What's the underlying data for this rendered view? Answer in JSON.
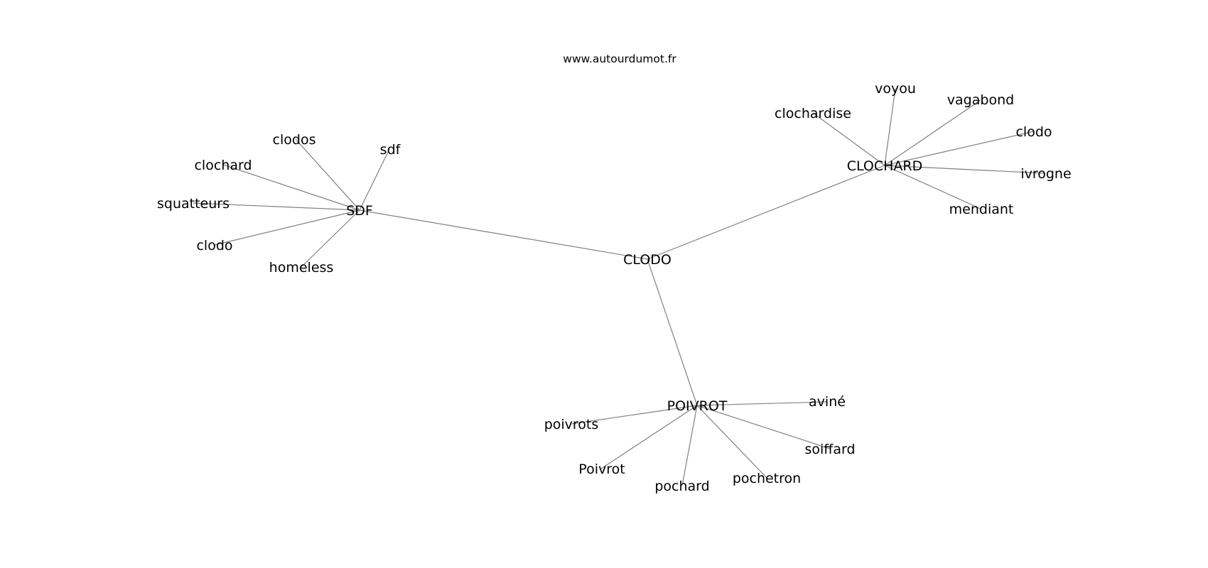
{
  "site": "www.autourdumot.fr",
  "center": "CLODO",
  "groups": [
    {
      "hub": "SDF",
      "leaves": [
        "clodos",
        "sdf",
        "clochard",
        "squatteurs",
        "clodo",
        "homeless"
      ]
    },
    {
      "hub": "CLOCHARD",
      "leaves": [
        "clochardise",
        "voyou",
        "vagabond",
        "clodo",
        "ivrogne",
        "mendiant"
      ]
    },
    {
      "hub": "POIVROT",
      "leaves": [
        "poivrots",
        "Poivrot",
        "pochard",
        "pochetron",
        "soiffard",
        "aviné"
      ]
    }
  ],
  "colors": {
    "edge": "#808080",
    "text": "#000000",
    "background": "#ffffff"
  }
}
